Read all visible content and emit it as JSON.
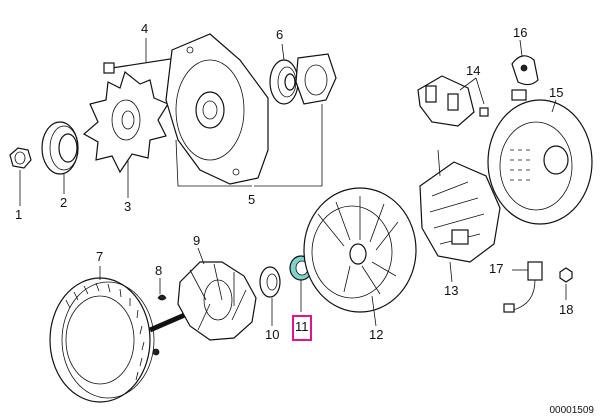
{
  "diagram": {
    "id": "00001509",
    "highlight_color": "#e2148b",
    "highlighted_part": "11"
  },
  "callouts": [
    {
      "key": "c1",
      "text": "1"
    },
    {
      "key": "c2",
      "text": "2"
    },
    {
      "key": "c3",
      "text": "3"
    },
    {
      "key": "c4",
      "text": "4"
    },
    {
      "key": "c5",
      "text": "5"
    },
    {
      "key": "c6",
      "text": "6"
    },
    {
      "key": "c7",
      "text": "7"
    },
    {
      "key": "c8",
      "text": "8"
    },
    {
      "key": "c9",
      "text": "9"
    },
    {
      "key": "c10",
      "text": "10"
    },
    {
      "key": "c11",
      "text": "11"
    },
    {
      "key": "c12",
      "text": "12"
    },
    {
      "key": "c13",
      "text": "13"
    },
    {
      "key": "c14",
      "text": "14"
    },
    {
      "key": "c15",
      "text": "15"
    },
    {
      "key": "c16",
      "text": "16"
    },
    {
      "key": "c17",
      "text": "17"
    },
    {
      "key": "c18",
      "text": "18"
    }
  ]
}
